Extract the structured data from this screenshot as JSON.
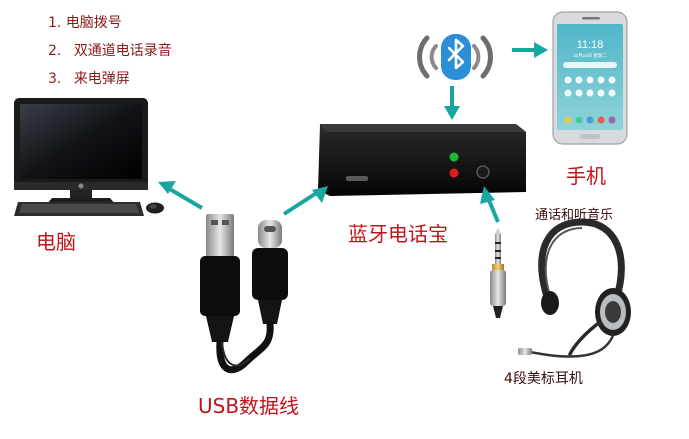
{
  "features": [
    {
      "num": "1.",
      "text": "电脑拨号"
    },
    {
      "num": "2.",
      "text": "双通道电话录音"
    },
    {
      "num": "3.",
      "text": "来电弹屏"
    }
  ],
  "labels": {
    "computer": "电脑",
    "usb_cable": "USB数据线",
    "bluetooth_box": "蓝牙电话宝",
    "phone": "手机",
    "headset_usage": "通话和听音乐",
    "headset": "4段美标耳机"
  },
  "phone_screen": {
    "time": "11:18",
    "date": "10月10日 星期二"
  },
  "colors": {
    "arrow": "#17a7a0",
    "bluetooth": "#2a8fd6",
    "label_red": "#c0141b",
    "feature_text": "#8b1a1a",
    "led_green": "#1fb83a",
    "led_red": "#d81e1e"
  },
  "icons": [
    "bluetooth-icon",
    "hp-logo-icon"
  ]
}
